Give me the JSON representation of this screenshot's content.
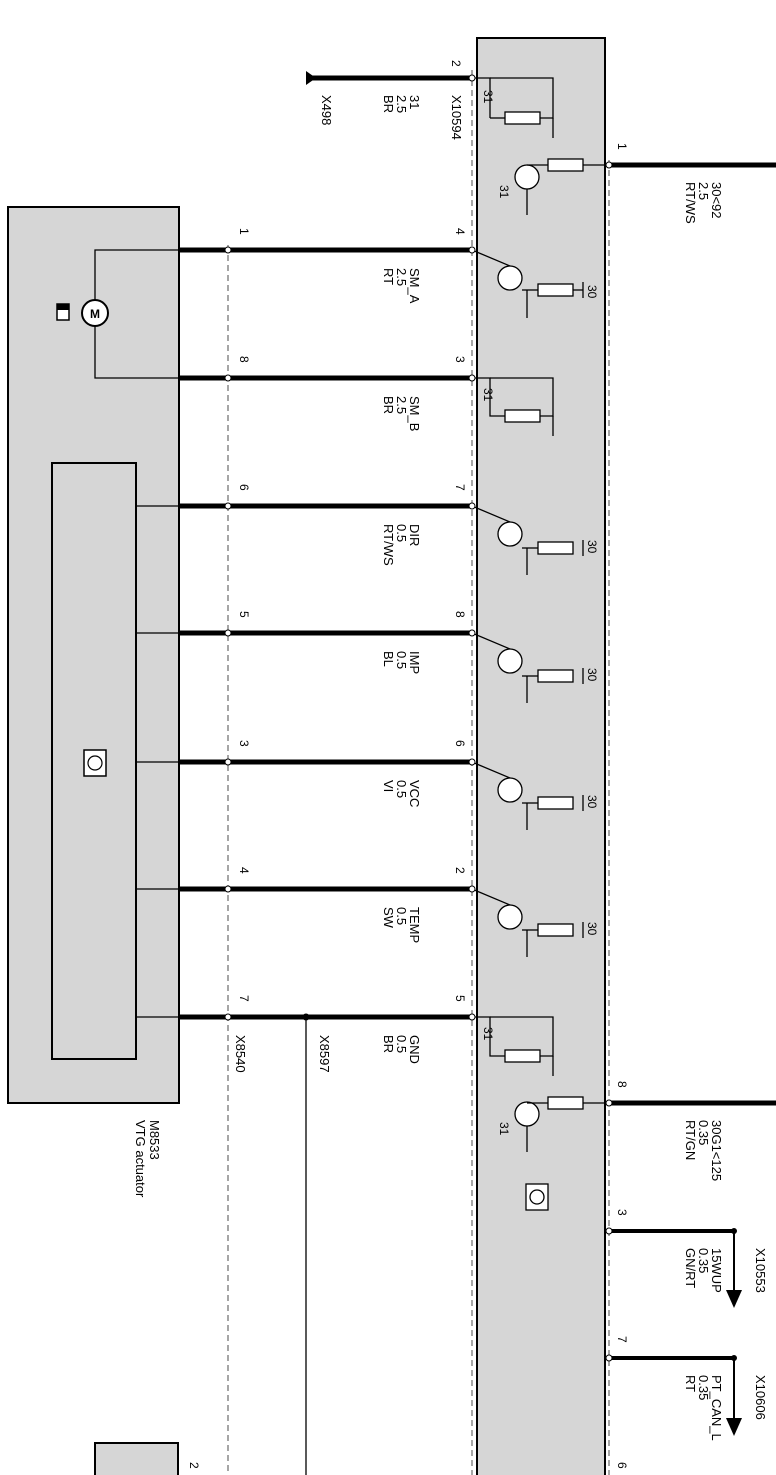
{
  "module": {
    "connector": "X10594",
    "pins_left": [
      {
        "pin": "2",
        "signal": "31",
        "size": "2.5",
        "color": "BR",
        "ground_ref": "X498"
      },
      {
        "pin": "4",
        "signal": "SM_A",
        "size": "2.5",
        "color": "RT"
      },
      {
        "pin": "3",
        "signal": "SM_B",
        "size": "2.5",
        "color": "BR"
      },
      {
        "pin": "7",
        "signal": "DIR",
        "size": "0.5",
        "color": "RT/WS"
      },
      {
        "pin": "8",
        "signal": "IMP",
        "size": "0.5",
        "color": "BL"
      },
      {
        "pin": "6",
        "signal": "VCC",
        "size": "0.5",
        "color": "VI"
      },
      {
        "pin": "2",
        "signal": "TEMP",
        "size": "0.5",
        "color": "SW"
      },
      {
        "pin": "5",
        "signal": "GND",
        "size": "0.5",
        "color": "BR"
      }
    ],
    "pins_right": [
      {
        "pin": "1",
        "signal": "30<92",
        "size": "2.5",
        "color": "RT/WS"
      },
      {
        "pin": "8",
        "signal": "30G1<125",
        "size": "0.35",
        "color": "RT/GN"
      },
      {
        "pin": "3",
        "signal": "15WUP",
        "size": "0.35",
        "color": "GN/RT",
        "ref": "X10553"
      },
      {
        "pin": "7",
        "signal": "PT_CAN_L",
        "size": "0.35",
        "color": "RT",
        "ref": "X10606"
      },
      {
        "pin": "6"
      }
    ],
    "internal_labels": [
      "31",
      "31",
      "30",
      "31",
      "30",
      "30",
      "30",
      "30",
      "31",
      "31"
    ]
  },
  "actuator": {
    "id": "M8533",
    "name": "VTG actuator",
    "connector": "X8540",
    "pins": [
      "1",
      "8",
      "6",
      "5",
      "3",
      "4",
      "7"
    ],
    "splice": "X8597"
  },
  "lower_box_pin": "2"
}
